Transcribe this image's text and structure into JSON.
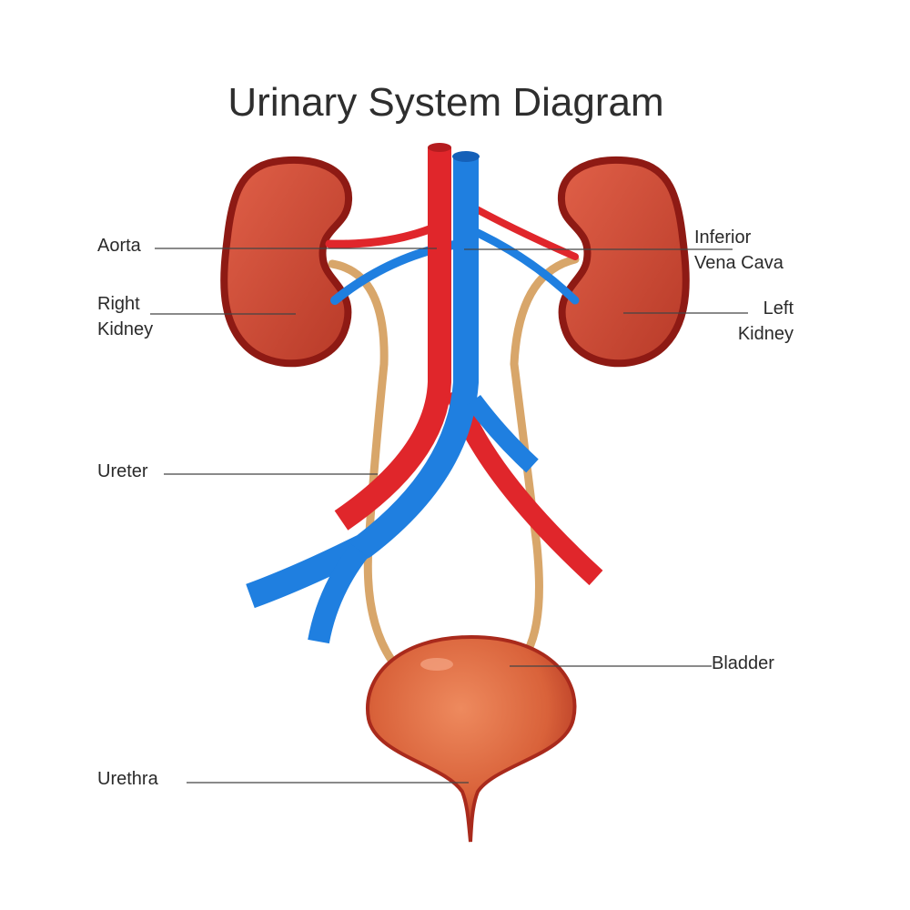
{
  "title": "Urinary System Diagram",
  "labels": {
    "aorta": "Aorta",
    "right_kidney_1": "Right",
    "right_kidney_2": "Kidney",
    "ureter": "Ureter",
    "urethra": "Urethra",
    "ivc_1": "Inferior",
    "ivc_2": "Vena Cava",
    "left_kidney_1": "Left",
    "left_kidney_2": "Kidney",
    "bladder": "Bladder"
  },
  "colors": {
    "artery": "#E0262B",
    "vein": "#1F7FE0",
    "kidney": "#C8432E",
    "kidney_outline": "#8E1A14",
    "ureter": "#D8A66A",
    "bladder": "#D9623A"
  }
}
